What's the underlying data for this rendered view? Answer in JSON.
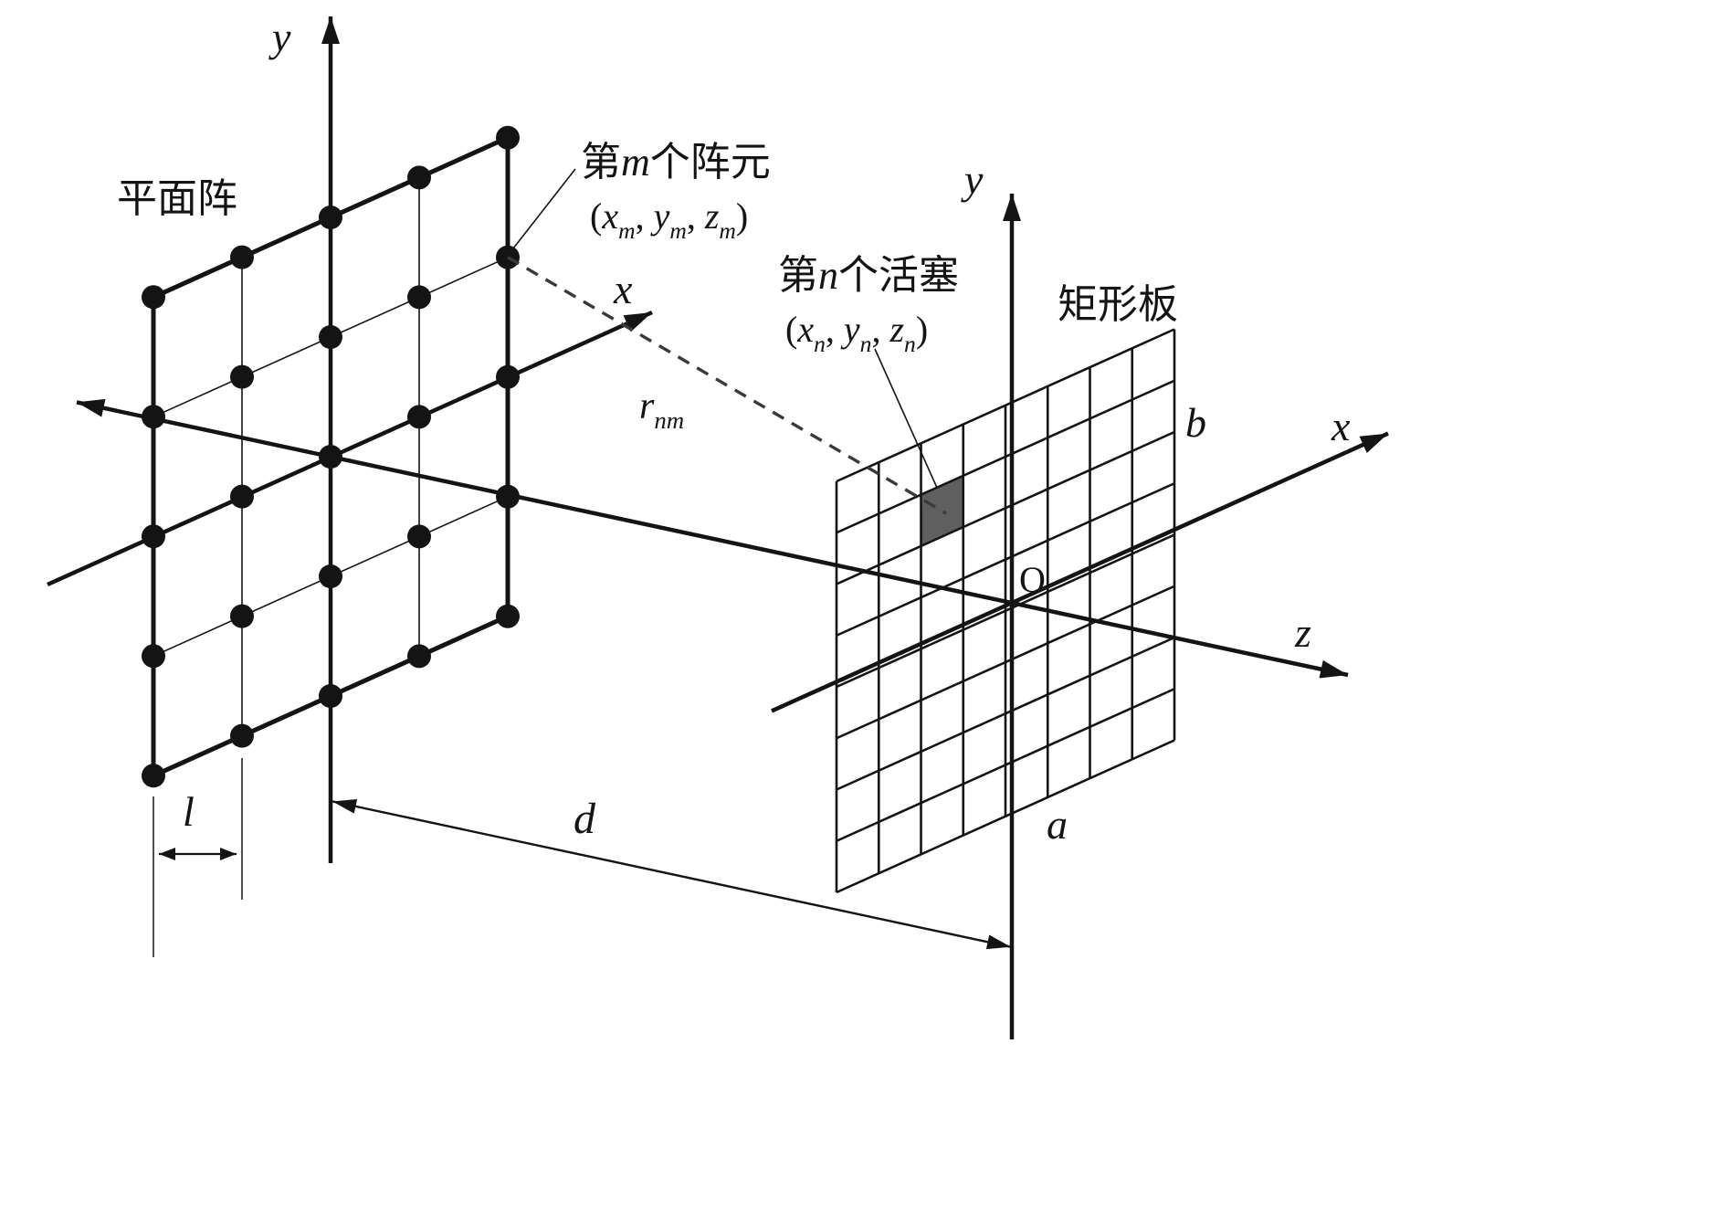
{
  "figure": {
    "background": "#ffffff",
    "ink": "#141414",
    "shaded_cell_color": "#5f5f5f",
    "dashed_line_color": "#3a3a3a"
  },
  "array": {
    "name_label": "平面阵",
    "rows": 5,
    "cols": 5,
    "element_label": [
      {
        "t": "第"
      },
      {
        "t": "m",
        "i": true
      },
      {
        "t": "个阵元"
      }
    ],
    "element_coords": [
      {
        "t": "("
      },
      {
        "t": "x",
        "i": true
      },
      {
        "t": "m",
        "i": true,
        "sub": true
      },
      {
        "t": ", "
      },
      {
        "t": "y",
        "i": true
      },
      {
        "t": "m",
        "i": true,
        "sub": true
      },
      {
        "t": ", "
      },
      {
        "t": "z",
        "i": true
      },
      {
        "t": "m",
        "i": true,
        "sub": true
      },
      {
        "t": ")"
      }
    ]
  },
  "plate": {
    "name_label": "矩形板",
    "rows": 8,
    "cols": 8,
    "shaded_cell": {
      "col": 2,
      "row": 1
    },
    "piston_label": [
      {
        "t": "第"
      },
      {
        "t": "n",
        "i": true
      },
      {
        "t": "个活塞"
      }
    ],
    "piston_coords": [
      {
        "t": "("
      },
      {
        "t": "x",
        "i": true
      },
      {
        "t": "n",
        "i": true,
        "sub": true
      },
      {
        "t": ", "
      },
      {
        "t": "y",
        "i": true
      },
      {
        "t": "n",
        "i": true,
        "sub": true
      },
      {
        "t": ", "
      },
      {
        "t": "z",
        "i": true
      },
      {
        "t": "n",
        "i": true,
        "sub": true
      },
      {
        "t": ")"
      }
    ]
  },
  "axes": {
    "left_x": "x",
    "left_y": "y",
    "right_x": "x",
    "right_y": "y",
    "z": "z",
    "origin": "O"
  },
  "dimensions": {
    "d": "d",
    "l": "l",
    "a": "a",
    "b": "b"
  },
  "distance_label": [
    {
      "t": "r",
      "i": true
    },
    {
      "t": "nm",
      "i": true,
      "sub": true
    }
  ]
}
